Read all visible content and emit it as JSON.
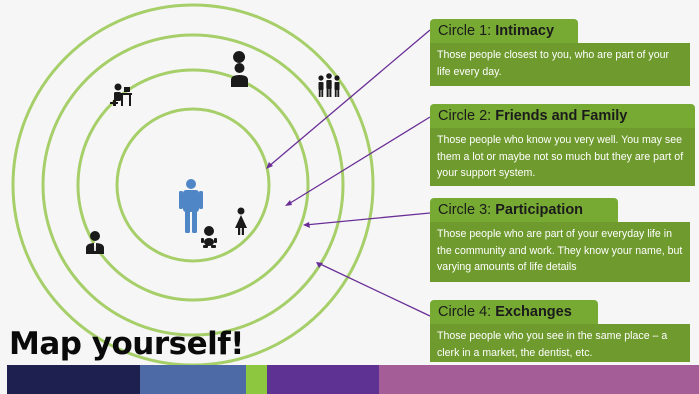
{
  "title": "Map yourself!",
  "circles": [
    {
      "prefix": "Circle 1:",
      "name": "Intimacy",
      "description": "Those people closest to you, who are part of your life every day."
    },
    {
      "prefix": "Circle 2:",
      "name": "Friends and Family",
      "description": "Those people who know you very well. You may see them a lot or maybe not so much but they are part of your support system."
    },
    {
      "prefix": "Circle 3:",
      "name": "Participation",
      "description": "Those people who are part of your everyday life in the community and work. They know your name, but varying amounts of life details"
    },
    {
      "prefix": "Circle 4:",
      "name": "Exchanges",
      "description": "Those people who you see in the same place – a clerk in a market, the dentist, etc."
    }
  ],
  "colors": {
    "ring": "#a6cf6a",
    "arrow": "#6a2f97",
    "label_header": "#77aa33",
    "label_body": "#6f9a2e",
    "person_center": "#4f86c6",
    "person_other": "#1a1a1a",
    "footer_bars": [
      "#1e2050",
      "#4d6aa6",
      "#8dc63f",
      "#5e3292",
      "#a45d97"
    ]
  },
  "icons": [
    "person-center-icon",
    "woman-icon",
    "baby-icon",
    "worker-at-desk-icon",
    "businesswoman-icon",
    "group-icon",
    "businessman-icon"
  ]
}
